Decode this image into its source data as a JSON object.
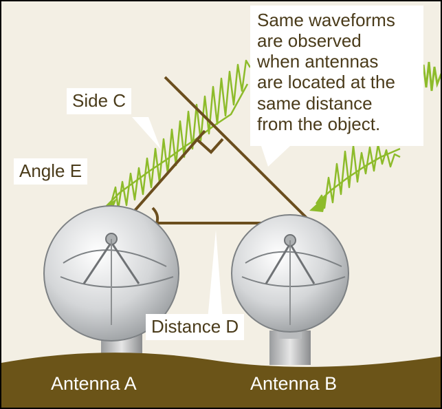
{
  "note": {
    "lines": [
      "Same waveforms",
      "are observed",
      "when antennas",
      "are located at the",
      "same distance",
      "from the object."
    ]
  },
  "labels": {
    "side_c": "Side C",
    "angle_e": "Angle E",
    "distance_d": "Distance D",
    "antenna_a": "Antenna A",
    "antenna_b": "Antenna B"
  },
  "colors": {
    "background": "#f3efe4",
    "ground": "#6b5418",
    "triangle": "#6b4e1e",
    "waveform": "#8dbb2a",
    "text": "#4a3b1a"
  },
  "icons": [
    "radio-antenna-dish-icon",
    "radio-antenna-dish-icon",
    "waveform-arrow-icon"
  ]
}
